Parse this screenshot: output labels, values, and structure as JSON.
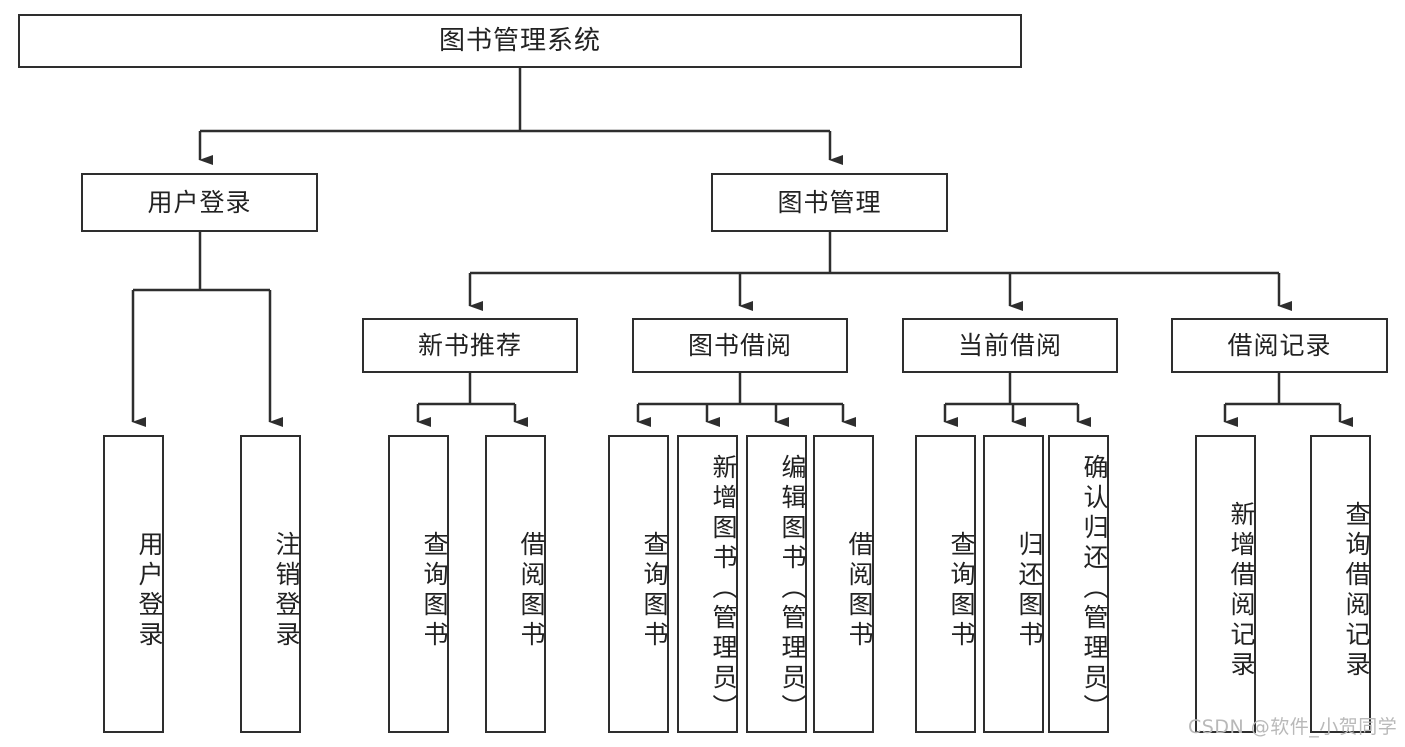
{
  "diagram": {
    "title": "图书管理系统",
    "type": "hierarchy-tree",
    "watermark": "CSDN @软件_小贺同学",
    "colors": {
      "stroke": "#2e2e2e",
      "fill": "#ffffff",
      "text": "#222222",
      "watermark": "#b9b9b9",
      "background": "#ffffff"
    },
    "levels": {
      "root": {
        "label": "图书管理系统"
      },
      "level2": [
        {
          "label": "用户登录"
        },
        {
          "label": "图书管理"
        }
      ],
      "level3": [
        {
          "label": "新书推荐"
        },
        {
          "label": "图书借阅"
        },
        {
          "label": "当前借阅"
        },
        {
          "label": "借阅记录"
        }
      ],
      "leaves": {
        "user_login": [
          {
            "label": "用户登录"
          },
          {
            "label": "注销登录"
          }
        ],
        "new_book_recommend": [
          {
            "label": "查询图书"
          },
          {
            "label": "借阅图书"
          }
        ],
        "book_borrow": [
          {
            "label": "查询图书"
          },
          {
            "label": "新增图书（管理员）"
          },
          {
            "label": "编辑图书（管理员）"
          },
          {
            "label": "借阅图书"
          }
        ],
        "current_borrow": [
          {
            "label": "查询图书"
          },
          {
            "label": "归还图书"
          },
          {
            "label": "确认归还（管理员）"
          }
        ],
        "borrow_record": [
          {
            "label": "新增借阅记录"
          },
          {
            "label": "查询借阅记录"
          }
        ]
      }
    }
  }
}
